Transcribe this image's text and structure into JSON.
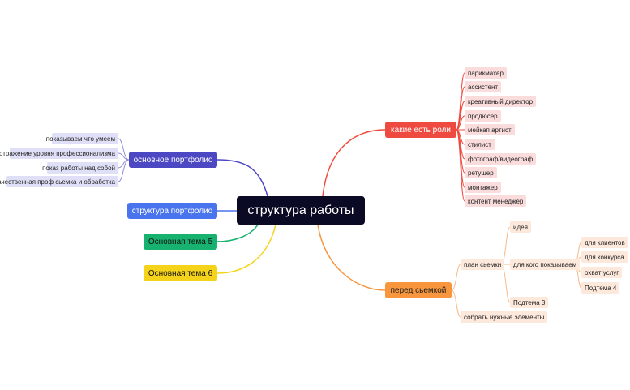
{
  "center": "структура работы",
  "roles": {
    "label": "какие есть роли",
    "items": [
      "парикмахер",
      "ассистент",
      "креативный директор",
      "продюсер",
      "мейкап артист",
      "стилист",
      "фотограф/видеограф",
      "ретушер",
      "монтажер",
      "контент менеджер"
    ]
  },
  "before": {
    "label": "перед сьемкой",
    "plan": "план сьемки",
    "idea": "идея",
    "audience": "для кого показываем",
    "audience_items": [
      "для клиентов",
      "для конкурса",
      "охват услуг",
      "Подтема 4"
    ],
    "subtopic3": "Подтема 3",
    "collect": "собрать нужные элементы"
  },
  "portfolio": {
    "label": "основное портфолио",
    "items": [
      "показываем что умеем",
      "отражение уровня профессионализма",
      "показ работы над собой",
      "качественная проф сьемка и обработка"
    ]
  },
  "structure": "структура портфолио",
  "theme5": "Основная тема 5",
  "theme6": "Основная тема 6",
  "colors": {
    "center": "#0a0a24",
    "roles": "#ef4a3f",
    "before": "#f7963c",
    "portfolio": "#4c48c4",
    "structure": "#4a74ee",
    "theme5": "#17b26f",
    "theme6": "#f6d31b"
  }
}
